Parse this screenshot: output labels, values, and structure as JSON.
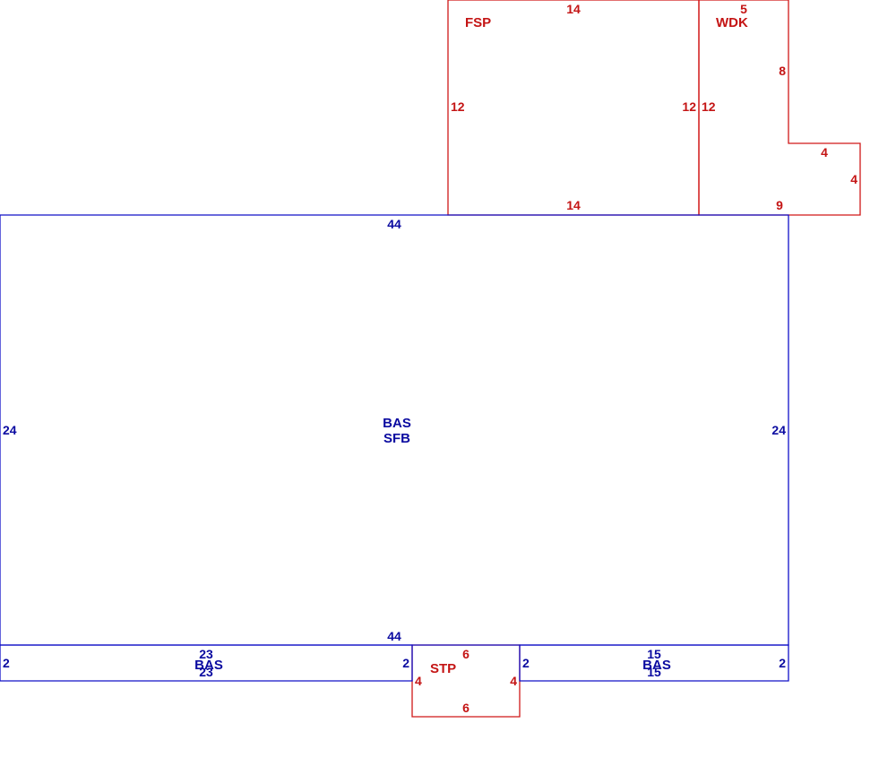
{
  "colors": {
    "main": "#1010c8",
    "addition": "#d01818",
    "main_text": "#0a0aa0",
    "addition_text": "#c41414"
  },
  "areas": {
    "fsp": {
      "code": "FSP",
      "top": "14",
      "bottom": "14",
      "left": "12",
      "right": "12"
    },
    "wdk": {
      "code": "WDK",
      "top": "5",
      "upper_right": "8",
      "left": "12",
      "step_top": "4",
      "step_right": "4",
      "bottom": "9"
    },
    "bas_main": {
      "code": "BAS",
      "code2": "SFB",
      "top": "44",
      "bottom": "44",
      "left": "24",
      "right": "24"
    },
    "bas_left": {
      "code": "BAS",
      "top": "23",
      "bottom": "23",
      "left": "2",
      "right": "2"
    },
    "stp": {
      "code": "STP",
      "top": "6",
      "bottom": "6",
      "left": "4",
      "right": "4"
    },
    "bas_right": {
      "code": "BAS",
      "top": "15",
      "bottom": "15",
      "left": "2",
      "right": "2"
    }
  }
}
